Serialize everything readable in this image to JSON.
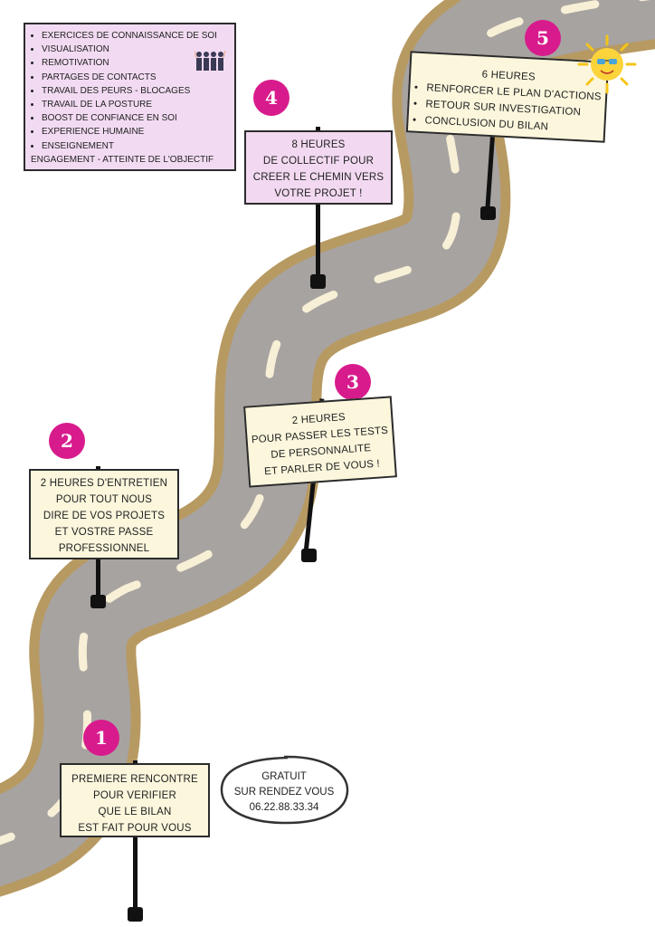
{
  "info_box": {
    "items": [
      "EXERCICES DE CONNAISSANCE DE SOI",
      "VISUALISATION",
      "REMOTIVATION",
      "PARTAGES DE CONTACTS",
      "TRAVAIL DES PEURS - BLOCAGES",
      "TRAVAIL DE LA POSTURE",
      "BOOST DE CONFIANCE EN SOI",
      "EXPERIENCE HUMAINE",
      "ENSEIGNEMENT"
    ],
    "last_line": "ENGAGEMENT - ATTEINTE DE L'OBJECTIF",
    "illustration": "team-people-icon"
  },
  "steps": [
    {
      "number": "1",
      "lines": [
        "PREMIERE RENCONTRE",
        "POUR VERIFIER",
        "QUE LE BILAN",
        "EST FAIT POUR VOUS"
      ]
    },
    {
      "number": "2",
      "lines": [
        "2 HEURES D'ENTRETIEN",
        "POUR TOUT NOUS",
        "DIRE DE VOS PROJETS",
        "ET VOSTRE PASSE",
        "PROFESSIONNEL"
      ]
    },
    {
      "number": "3",
      "lines": [
        "2 HEURES",
        "POUR PASSER LES TESTS",
        "DE PERSONNALITE",
        "ET PARLER DE VOUS !"
      ]
    },
    {
      "number": "4",
      "lines": [
        "8 HEURES",
        "DE COLLECTIF POUR",
        "CREER LE CHEMIN VERS",
        "VOTRE PROJET !"
      ]
    },
    {
      "number": "5",
      "title": "6 HEURES",
      "bullets": [
        "RENFORCER LE PLAN D'ACTIONS",
        "RETOUR SUR INVESTIGATION",
        "CONCLUSION DU BILAN"
      ],
      "decoration": "sun-with-sunglasses-icon"
    }
  ],
  "free_badge": {
    "lines": [
      "GRATUIT",
      "SUR RENDEZ VOUS",
      "06.22.88.33.34"
    ]
  },
  "colors": {
    "road": "#a7a3a1",
    "road_border": "#b79a62",
    "dash": "#f7efd6",
    "badge": "#d81b8c",
    "sign": "#fbf6dc",
    "sign_pink": "#f2d9f1",
    "post": "#111111"
  }
}
